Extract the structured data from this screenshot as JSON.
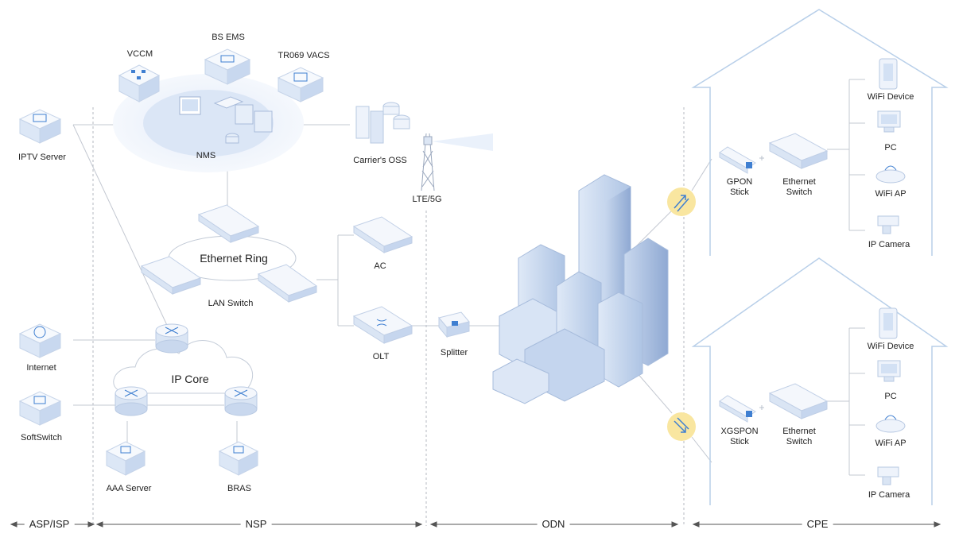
{
  "nodes": {
    "vccm": "VCCM",
    "bs_ems": "BS EMS",
    "tr069": "TR069 VACS",
    "iptv": "IPTV Server",
    "nms": "NMS",
    "carrier_oss": "Carrier's OSS",
    "lte": "LTE/5G",
    "ethernet_ring": "Ethernet Ring",
    "lan_switch": "LAN Switch",
    "ac": "AC",
    "olt": "OLT",
    "splitter": "Splitter",
    "internet": "Internet",
    "softswitch": "SoftSwitch",
    "ip_core": "IP Core",
    "aaa": "AAA Server",
    "bras": "BRAS"
  },
  "cpe_top": {
    "stick_line1": "GPON",
    "stick_line2": "Stick",
    "switch_line1": "Ethernet",
    "switch_line2": "Switch",
    "devices": [
      "WiFi Device",
      "PC",
      "WiFi AP",
      "IP Camera"
    ]
  },
  "cpe_bottom": {
    "stick_line1": "XGSPON",
    "stick_line2": "Stick",
    "switch_line1": "Ethernet",
    "switch_line2": "Switch",
    "devices": [
      "WiFi Device",
      "PC",
      "WiFi AP",
      "IP Camera"
    ]
  },
  "zones": {
    "asp": "ASP/ISP",
    "nsp": "NSP",
    "odn": "ODN",
    "cpe": "CPE"
  },
  "colors": {
    "line": "#b9bec8",
    "device_face": "#eef3fb",
    "device_edge": "#c5d3e8",
    "accent": "#3f7fd1",
    "cloud": "#e9f0fb",
    "badge": "#f9e6a0"
  }
}
